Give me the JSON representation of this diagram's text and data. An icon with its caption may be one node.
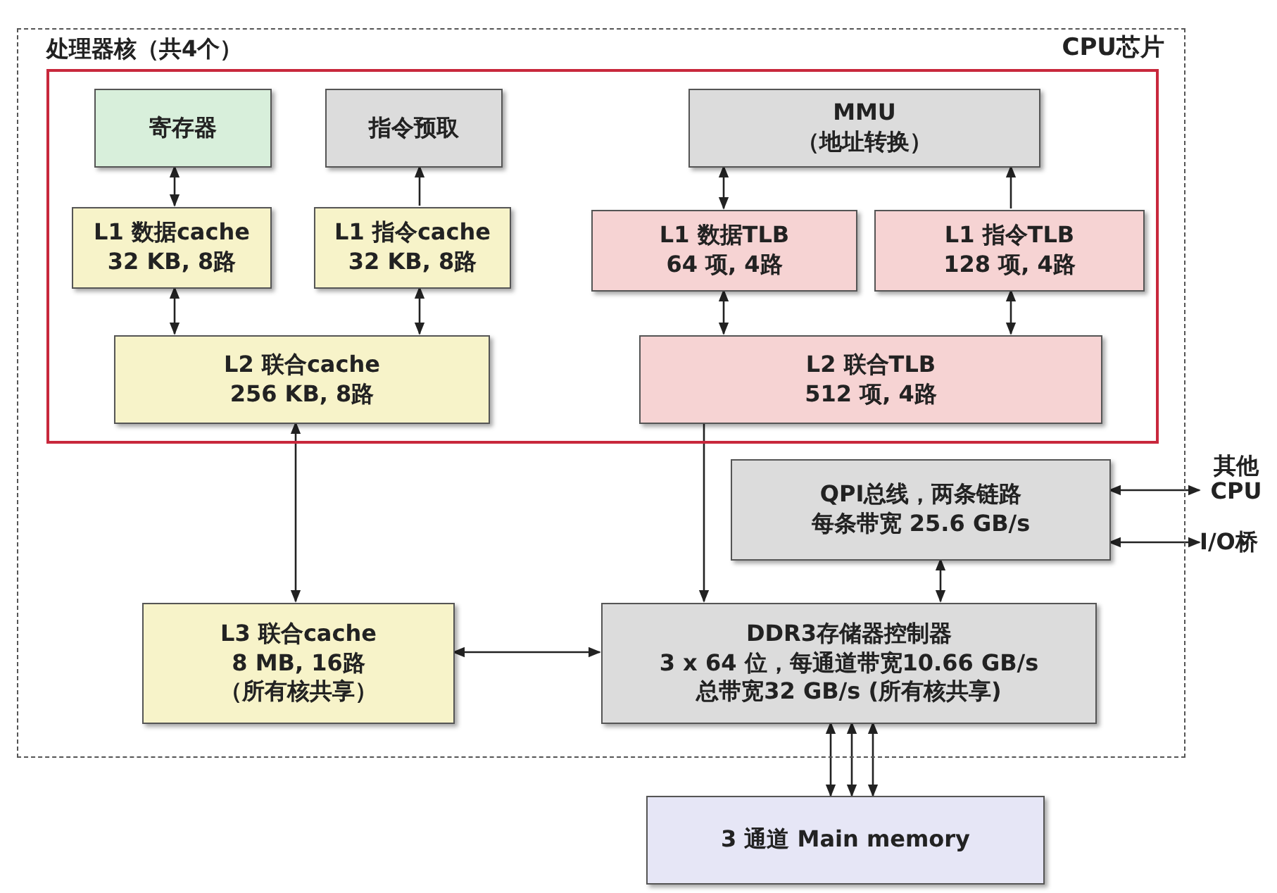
{
  "diagram": {
    "nodes": [
      {
        "text": [
          "CPU芯片"
        ]
      },
      {
        "text": [
          "处理器核（共4个）"
        ],
        "in": 0
      },
      {
        "text": [
          "寄存器"
        ],
        "in": 1
      },
      {
        "text": [
          "指令预取"
        ],
        "in": 1
      },
      {
        "text": [
          "MMU",
          "（地址转换）"
        ],
        "in": 1
      },
      {
        "text": [
          "L1 数据cache",
          "32 KB, 8路"
        ],
        "in": 1
      },
      {
        "text": [
          "L1 指令cache",
          "32 KB, 8路"
        ],
        "in": 1
      },
      {
        "text": [
          "L1 数据TLB",
          "64 项, 4路"
        ],
        "in": 1
      },
      {
        "text": [
          "L1 指令TLB",
          "128 项, 4路"
        ],
        "in": 1
      },
      {
        "text": [
          "L2 联合cache",
          "256 KB, 8路"
        ],
        "in": 1
      },
      {
        "text": [
          "L2 联合TLB",
          "512 项, 4路"
        ],
        "in": 1
      },
      {
        "text": [
          "QPI总线，两条链路",
          "每条带宽 25.6 GB/s"
        ],
        "in": 0
      },
      {
        "text": [
          "L3 联合cache",
          "8 MB, 16路",
          "（所有核共享）"
        ],
        "in": 0
      },
      {
        "text": [
          "DDR3存储器控制器",
          "3 x 64 位，每通道带宽10.66 GB/s",
          "总带宽32 GB/s (所有核共享)"
        ],
        "in": 0
      },
      {
        "text": [
          "其他 CPU"
        ]
      },
      {
        "text": [
          "I/O桥"
        ]
      },
      {
        "text": [
          "3 通道 Main memory"
        ]
      }
    ],
    "edges": [
      {
        "from": 2,
        "to": 5,
        "arrow": "both"
      },
      {
        "from": 6,
        "to": 3,
        "arrow": "to"
      },
      {
        "from": 4,
        "to": 7,
        "arrow": "both"
      },
      {
        "from": 8,
        "to": 4,
        "arrow": "to"
      },
      {
        "from": 5,
        "to": 9,
        "arrow": "both"
      },
      {
        "from": 6,
        "to": 9,
        "arrow": "both"
      },
      {
        "from": 7,
        "to": 10,
        "arrow": "both"
      },
      {
        "from": 8,
        "to": 10,
        "arrow": "both"
      },
      {
        "from": 9,
        "to": 12,
        "arrow": "both"
      },
      {
        "from": 10,
        "to": 13,
        "arrow": "to"
      },
      {
        "from": 11,
        "to": 13,
        "arrow": "both"
      },
      {
        "from": 11,
        "to": 14,
        "arrow": "both"
      },
      {
        "from": 11,
        "to": 15,
        "arrow": "both"
      },
      {
        "from": 12,
        "to": 13,
        "arrow": "both"
      },
      {
        "from": 13,
        "to": 16,
        "arrow": "both"
      },
      {
        "from": 13,
        "to": 16,
        "arrow": "both"
      },
      {
        "from": 13,
        "to": 16,
        "arrow": "both"
      }
    ]
  }
}
